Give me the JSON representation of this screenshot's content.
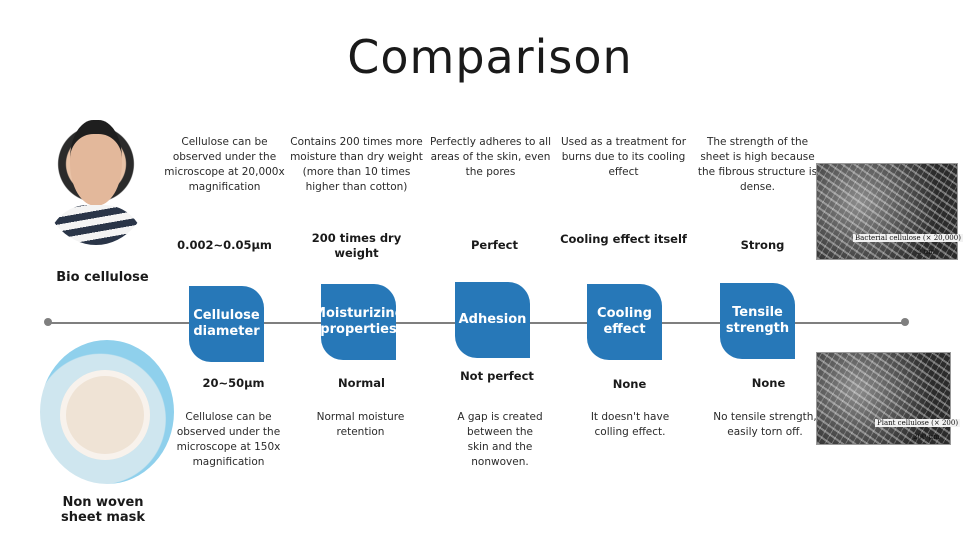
{
  "title": "Comparison",
  "rows": {
    "top_label": "Bio cellulose",
    "bottom_label": "Non woven sheet mask"
  },
  "images": {
    "top_micrograph_caption": "Bacterial cellulose (× 20,000)",
    "top_micrograph_scale": "2 μm",
    "bottom_micrograph_caption": "Plant cellulose (× 200)",
    "bottom_micrograph_scale": "200 μm"
  },
  "columns": [
    {
      "label": "Cellulose diameter",
      "top_desc": "Cellulose can be observed under the microscope at 20,000x magnification",
      "top_value": "0.002~0.05μm",
      "bottom_value": "20~50μm",
      "bottom_desc": "Cellulose can be observed under the microscope at 150x magnification"
    },
    {
      "label": "Moisturizing properties",
      "top_desc": "Contains 200 times more moisture than dry weight (more than 10 times higher than cotton)",
      "top_value": "200 times dry weight",
      "bottom_value": "Normal",
      "bottom_desc": "Normal moisture retention"
    },
    {
      "label": "Adhesion",
      "top_desc": "Perfectly adheres to all areas of the skin, even the pores",
      "top_value": "Perfect",
      "bottom_value": "Not perfect",
      "bottom_desc": "A gap is created between the skin and the nonwoven."
    },
    {
      "label": "Cooling effect",
      "top_desc": "Used as a treatment for burns due to its cooling effect",
      "top_value": "Cooling effect itself",
      "bottom_value": "None",
      "bottom_desc": "It doesn't have colling effect."
    },
    {
      "label": "Tensile strength",
      "top_desc": "The strength of the sheet is high because the fibrous structure is dense.",
      "top_value": "Strong",
      "bottom_value": "None",
      "bottom_desc": "No tensile strength, easily torn off."
    }
  ],
  "colors": {
    "box": "#2778b8",
    "timeline": "#7f7f7f"
  }
}
